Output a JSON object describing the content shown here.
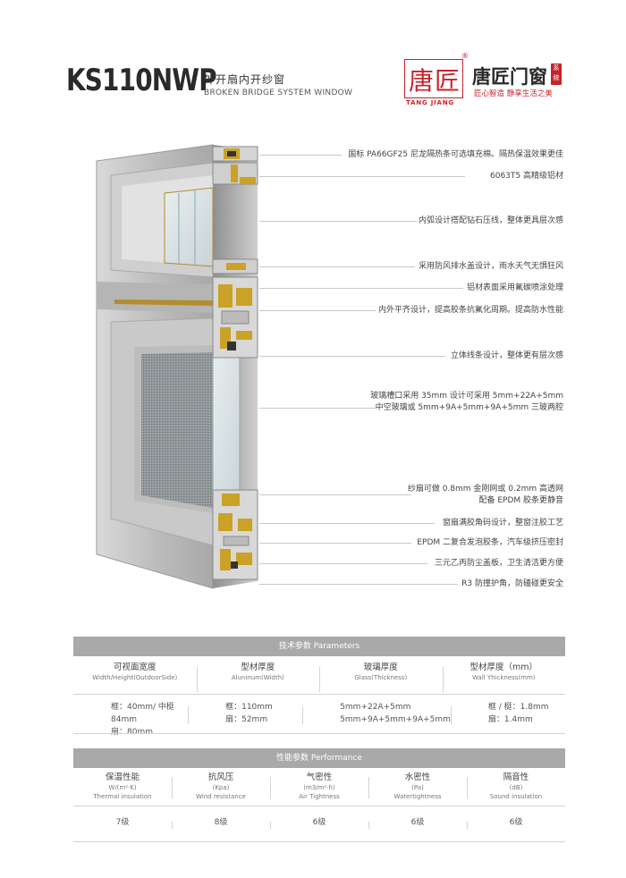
{
  "header": {
    "model": "KS110NWP",
    "title_cn": "外开扇内开纱窗",
    "title_en": "BROKEN BRIDGE SYSTEM WINDOW"
  },
  "brand": {
    "seal_chars": "唐匠",
    "seal_pinyin": "TANG JIANG",
    "registered": "®",
    "name": "唐匠门窗",
    "badge": "系统",
    "slogan": "匠心智造  静享生活之美",
    "color": "#c7232b"
  },
  "callouts": [
    "国标 PA66GF25 尼龙隔热条可选填充棉。隔热保温效果更佳",
    "6063T5 高精级铝材",
    "内弧设计搭配钻石压线，整体更具层次感",
    "采用防风排水盖设计，雨水天气无惧狂风",
    "铝材表面采用氟碳喷涂处理",
    "内外平齐设计，提高胶条抗氟化周期。提高防水性能",
    "立体线条设计，整体更有层次感",
    "玻璃槽口采用 35mm 设计可采用 5mm+22A+5mm",
    "中空玻璃或 5mm+9A+5mm+9A+5mm 三玻两腔",
    "纱扇可做 0.8mm 金刚网或 0.2mm 高透网",
    "配备 EPDM 胶条更静音",
    "窗扇满胶角码设计，整窗注胶工艺",
    "EPDM 二复合发泡胶条，汽车级挤压密封",
    "三元乙丙防尘盖板，卫生清洁更方便",
    "R3 防撞护角，防磕碰更安全"
  ],
  "params": {
    "title": "技术参数  Parameters",
    "headers": [
      {
        "main": "可视面宽度",
        "sub": "Width/Height(OutdoorSide)"
      },
      {
        "main": "型材厚度",
        "sub": "Aluninum(Width)"
      },
      {
        "main": "玻璃厚度",
        "sub": "Glass(Thickness)"
      },
      {
        "main": "型材厚度（mm）",
        "sub": "Wall Yhickness(mm)"
      }
    ],
    "values": [
      [
        "框：40mm/ 中梃 84mm",
        "扇：80mm"
      ],
      [
        "框：110mm",
        "扇：52mm"
      ],
      [
        "5mm+22A+5mm",
        "5mm+9A+5mm+9A+5mm"
      ],
      [
        "框 / 梃：1.8mm",
        "扇：1.4mm"
      ]
    ]
  },
  "performance": {
    "title": "性能参数  Performance",
    "headers": [
      {
        "main": "保温性能",
        "unit": "W/(m²·K)",
        "sub": "Thermal insulation"
      },
      {
        "main": "抗风压",
        "unit": "(Kpa)",
        "sub": "Wind resistance"
      },
      {
        "main": "气密性",
        "unit": "(m3/m²·h)",
        "sub": "Air Tightness"
      },
      {
        "main": "水密性",
        "unit": "(Pa)",
        "sub": "Watertightness"
      },
      {
        "main": "隔音性",
        "unit": "(dB)",
        "sub": "Sound insulation"
      }
    ],
    "values": [
      "7级",
      "8级",
      "6级",
      "6级",
      "6级"
    ]
  }
}
